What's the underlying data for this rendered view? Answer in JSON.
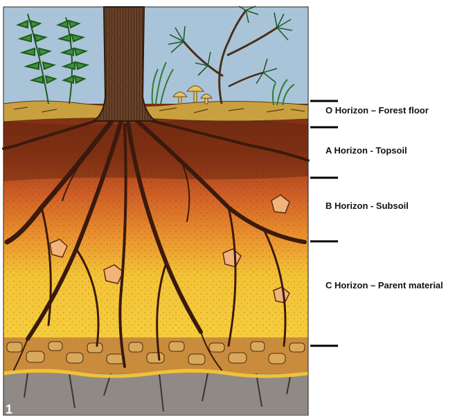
{
  "figure_number": "1",
  "horizons": [
    {
      "label": "O Horizon – Forest floor"
    },
    {
      "label": "A Horizon - Topsoil"
    },
    {
      "label": "B Horizon - Subsoil"
    },
    {
      "label": "C Horizon – Parent material"
    }
  ],
  "colors": {
    "sky": "#a9c4d8",
    "litter": "#c9a040",
    "topsoil": "#8a3417",
    "subsoil": "#d2642a",
    "parent_material": "#f3c336",
    "gravel": "#c98c3c",
    "bedrock": "#8f8a86",
    "roots": "#3a1a0c",
    "trunk": "#6b4328"
  }
}
